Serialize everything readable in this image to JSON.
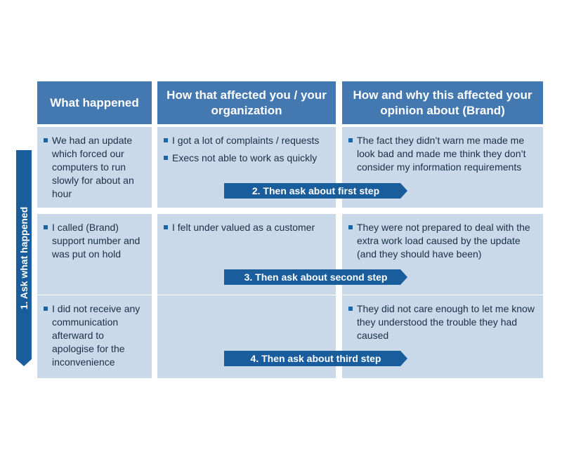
{
  "columns": {
    "col1": "What happened",
    "col2": "How that affected you / your organization",
    "col3": "How and why this affected your opinion about (Brand)"
  },
  "rows": [
    {
      "what": [
        "We had an update which forced our computers to run slowly for about an hour"
      ],
      "effect": [
        "I got a lot of complaints / requests",
        "Execs not able to work as quickly"
      ],
      "opinion": [
        "The fact they didn’t warn me made me look bad and made me think they don’t consider my information requirements"
      ]
    },
    {
      "what": [
        "I called (Brand) support number and was put on hold"
      ],
      "effect": [
        "I felt under valued as a customer"
      ],
      "opinion": [
        "They were not prepared to deal with the extra work load caused by the update (and they should have been)"
      ]
    },
    {
      "what": [
        "I did not receive any communication afterward to apologise for the inconvenience"
      ],
      "effect": [],
      "opinion": [
        "They did not care enough to let me know they understood the trouble they had caused"
      ]
    }
  ],
  "steps": {
    "vertical": "1. Ask what happened",
    "step2": "2. Then ask about first step",
    "step3": "3. Then ask about second step",
    "step4": "4. Then ask about third step"
  },
  "colors": {
    "header": "#4478b0",
    "cell": "#c9d9ea",
    "arrow": "#1a5d9c",
    "bullet": "#1c65a5"
  }
}
